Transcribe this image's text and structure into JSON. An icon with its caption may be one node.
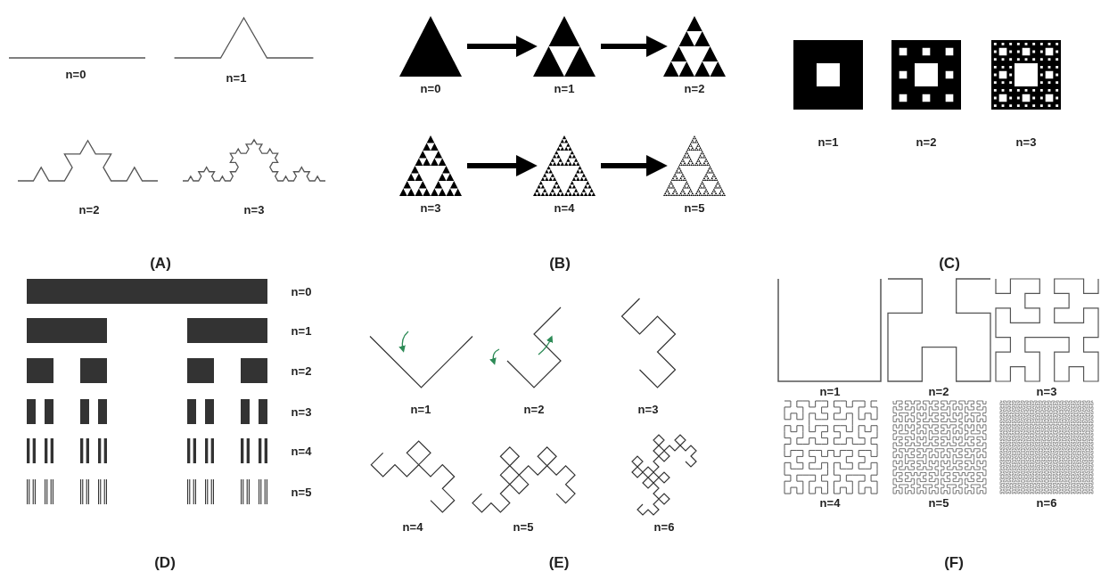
{
  "diagram": {
    "nodes": [
      {
        "text": [],
        "shape": "picture",
        "beside": [
          "n=0"
        ]
      },
      {
        "text": [],
        "shape": "picture",
        "beside": [
          "n=1"
        ]
      },
      {
        "text": [],
        "shape": "picture",
        "beside": [
          "n=2"
        ]
      },
      {
        "text": [],
        "shape": "picture",
        "beside": [
          "n=3"
        ]
      },
      {
        "text": [],
        "shape": "picture",
        "beside": [
          "n=4"
        ]
      },
      {
        "text": [],
        "shape": "picture",
        "beside": [
          "n=5"
        ]
      }
    ],
    "edges": [
      {
        "from": 0,
        "to": 1,
        "arrow": "to"
      },
      {
        "from": 1,
        "to": 2,
        "arrow": "to"
      },
      {
        "from": 3,
        "to": 4,
        "arrow": "to"
      },
      {
        "from": 4,
        "to": 5,
        "arrow": "to"
      }
    ],
    "labels": [
      "n=0",
      "n=1",
      "n=2",
      "n=3",
      "(A)",
      "(B)",
      "n=1",
      "n=2",
      "n=3",
      "(C)",
      "n=0",
      "n=1",
      "n=2",
      "n=3",
      "n=4",
      "n=5",
      "(D)",
      "n=1",
      "n=2",
      "n=3",
      "n=4",
      "n=5",
      "n=6",
      "(E)",
      "n=1",
      "n=2",
      "n=3",
      "n=4",
      "n=5",
      "n=6",
      "(F)"
    ]
  }
}
